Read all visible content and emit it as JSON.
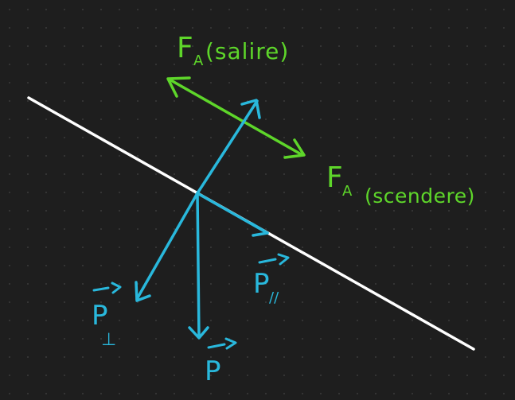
{
  "canvas": {
    "background_color": "#1e1e1e",
    "dot_grid_color": "#3a3a3a"
  },
  "colors": {
    "incline_line": "#ffffff",
    "force_green": "#5ed62a",
    "vector_blue": "#29b8dc"
  },
  "labels": {
    "fa_up": {
      "main": "F",
      "sub": "A",
      "suffix": "(salire)"
    },
    "fa_down": {
      "main": "F",
      "sub": "A",
      "suffix": "(scendere)"
    },
    "p_parallel": {
      "main": "P",
      "sub": "//"
    },
    "p_perp": {
      "main": "P",
      "sub": "⊥"
    },
    "p_weight": {
      "main": "P"
    }
  }
}
